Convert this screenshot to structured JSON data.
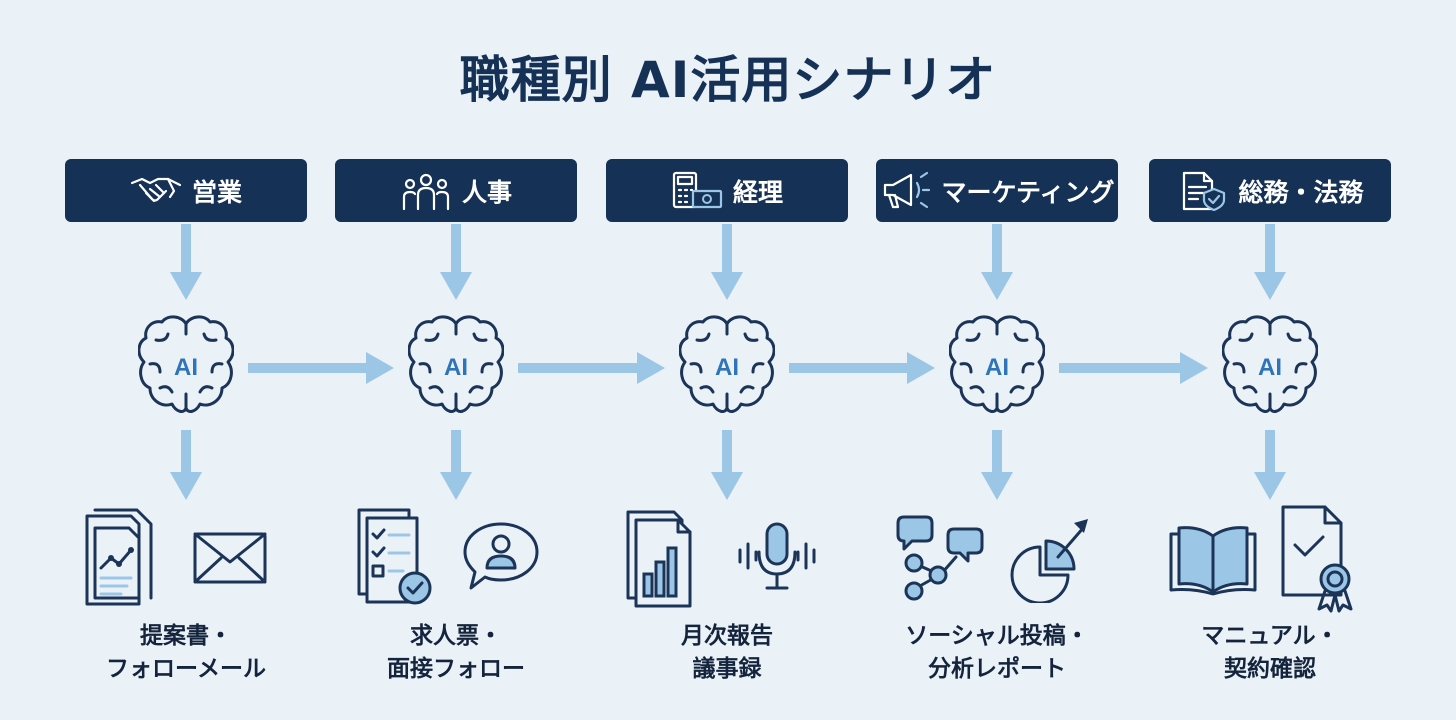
{
  "title": "職種別 AI活用シナリオ",
  "colors": {
    "background": "#eaf2f8",
    "header": "#163156",
    "arrow": "#9cc6e6",
    "icon_stroke": "#1b3457",
    "icon_fill": "#9cc6e6",
    "ai_text": "#2f73b8"
  },
  "brain_label": "AI",
  "columns": [
    {
      "label": "営業",
      "header_icon": "handshake-icon",
      "output_icons": [
        "proposal-document-icon",
        "envelope-icon"
      ],
      "caption": [
        "提案書・",
        "フォローメール"
      ]
    },
    {
      "label": "人事",
      "header_icon": "people-group-icon",
      "output_icons": [
        "checklist-document-icon",
        "interview-chat-icon"
      ],
      "caption": [
        "求人票・",
        "面接フォロー"
      ]
    },
    {
      "label": "経理",
      "header_icon": "calculator-money-icon",
      "output_icons": [
        "bar-chart-report-icon",
        "microphone-icon"
      ],
      "caption": [
        "月次報告",
        "議事録"
      ]
    },
    {
      "label": "マーケティング",
      "header_icon": "megaphone-icon",
      "output_icons": [
        "social-share-icon",
        "pie-growth-chart-icon"
      ],
      "caption": [
        "ソーシャル投稿・",
        "分析レポート"
      ]
    },
    {
      "label": "総務・法務",
      "header_icon": "legal-document-shield-icon",
      "output_icons": [
        "open-book-icon",
        "certified-document-icon"
      ],
      "caption": [
        "マニュアル・",
        "契約確認"
      ]
    }
  ]
}
